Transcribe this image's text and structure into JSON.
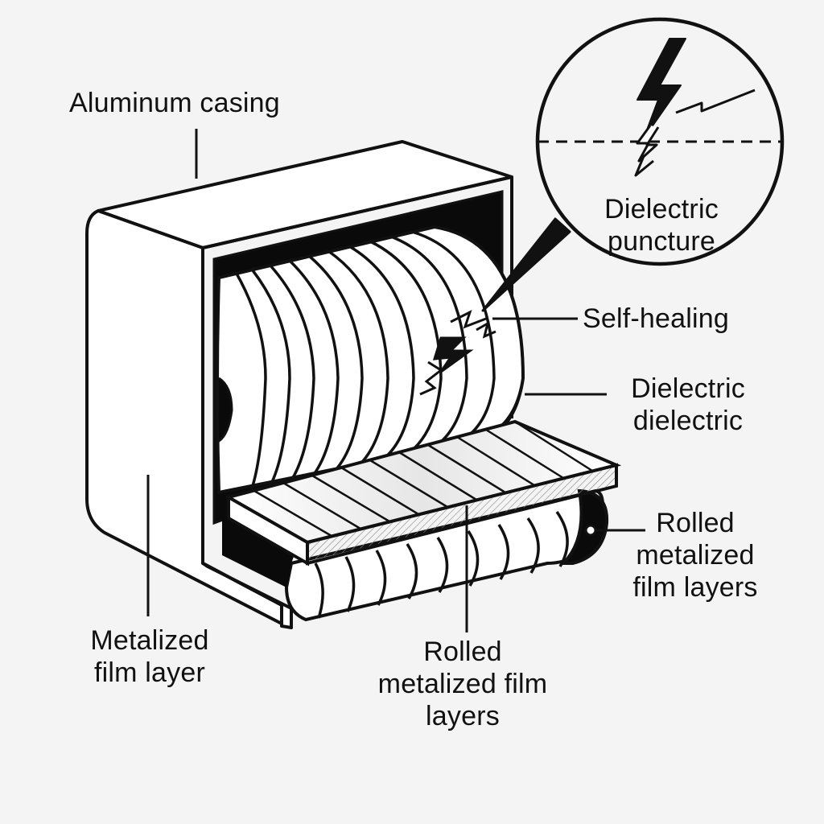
{
  "labels": {
    "aluminum_casing": "Aluminum casing",
    "dielectric_puncture": [
      "Dielectric",
      "puncture"
    ],
    "self_healing": "Self-healing",
    "dielectric_dielectric": [
      "Dielectric",
      "dielectric"
    ],
    "rolled_layers_right": [
      "Rolled",
      "metalized",
      "film layers"
    ],
    "metalized_film_layer": [
      "Metalized",
      "film layer"
    ],
    "rolled_layers_bottom": [
      "Rolled",
      "metalized film",
      "layers"
    ]
  },
  "colors": {
    "background": "#f4f4f4",
    "line": "#111111",
    "fill_white": "#ffffff",
    "fill_black": "#0a0a0a"
  },
  "icons": [
    "lightning-bolt-icon",
    "spark-icon"
  ]
}
